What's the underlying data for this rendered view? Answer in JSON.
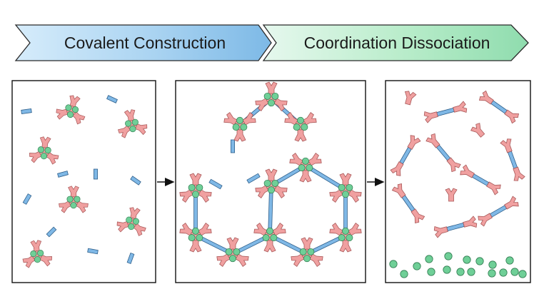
{
  "banner": {
    "step1_label": "Covalent Construction",
    "step2_label": "Coordination Dissociation",
    "step1_color": "#8ec5ea",
    "step2_color": "#9fe0b8"
  },
  "colors": {
    "node_pink": "#f0a0a0",
    "node_pink_stroke": "#a85858",
    "metal_green": "#6fcf97",
    "metal_green_stroke": "#2f7a4f",
    "linker_blue": "#7fb8e6",
    "linker_blue_stroke": "#2f5f8a",
    "frame": "#111111",
    "arrow": "#111111"
  },
  "panels": [
    {
      "name": "initial-mixture",
      "description_key": "triangular metal clusters with free linkers"
    },
    {
      "name": "covalent-framework",
      "description_key": "hexagonal framework"
    },
    {
      "name": "dissociated-products",
      "description_key": "linked ligands and released metal ions"
    }
  ]
}
